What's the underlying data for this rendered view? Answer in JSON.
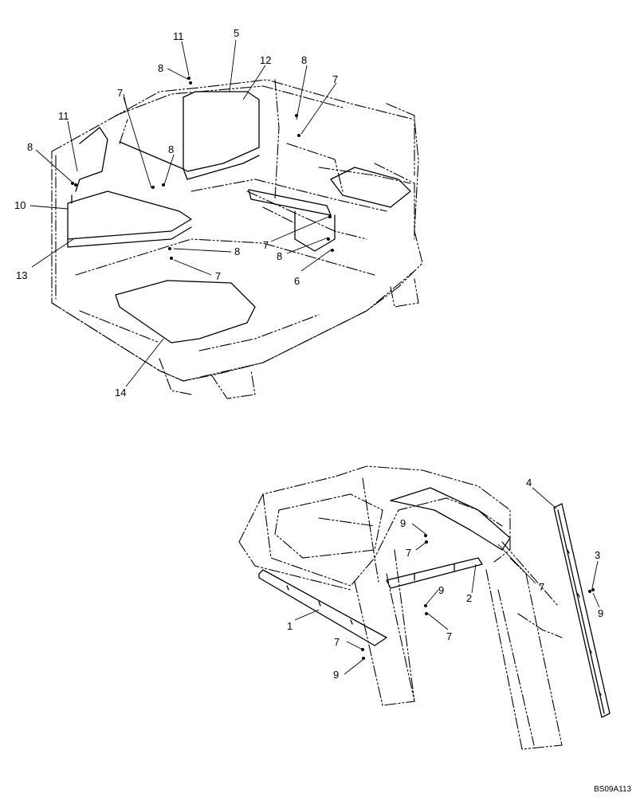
{
  "drawing_ref": "BS09A113",
  "upper_assembly": {
    "callouts": [
      "11",
      "5",
      "12",
      "8",
      "8",
      "7",
      "11",
      "7",
      "8",
      "8",
      "10",
      "7",
      "8",
      "13",
      "8",
      "6",
      "7",
      "14"
    ]
  },
  "lower_assembly": {
    "callouts": [
      "4",
      "9",
      "7",
      "7",
      "3",
      "2",
      "9",
      "9",
      "1",
      "7",
      "7",
      "9"
    ]
  },
  "colors": {
    "line": "#000000",
    "background": "#ffffff"
  }
}
